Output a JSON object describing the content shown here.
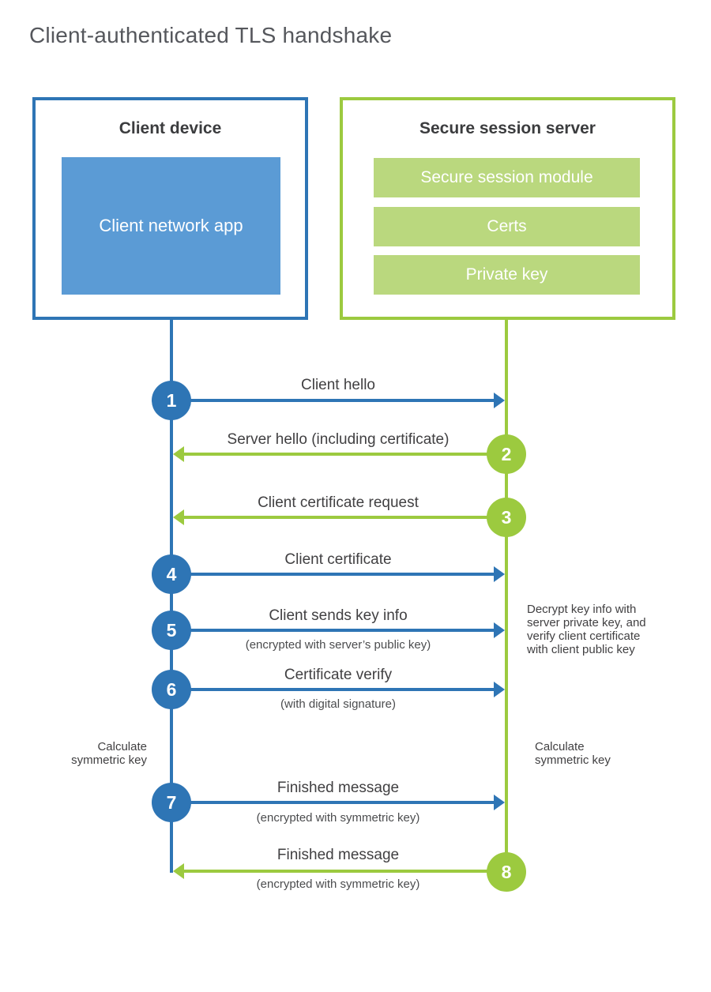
{
  "title": "Client-authenticated TLS handshake",
  "colors": {
    "blue_accent": "#2E75B5",
    "blue_fill": "#5B9BD5",
    "green_accent": "#9CCA3F",
    "green_fill": "#BAD87E",
    "text_dark": "#414042",
    "title_gray": "#55575C"
  },
  "client": {
    "heading": "Client device",
    "app_label": "Client network app"
  },
  "server": {
    "heading": "Secure session server",
    "modules": [
      "Secure session module",
      "Certs",
      "Private key"
    ]
  },
  "steps": [
    {
      "num": "1",
      "label": "Client hello",
      "sub": "",
      "direction": "right",
      "color": "blue"
    },
    {
      "num": "2",
      "label": "Server hello (including certificate)",
      "sub": "",
      "direction": "left",
      "color": "green"
    },
    {
      "num": "3",
      "label": "Client certificate request",
      "sub": "",
      "direction": "left",
      "color": "green"
    },
    {
      "num": "4",
      "label": "Client certificate",
      "sub": "",
      "direction": "right",
      "color": "blue"
    },
    {
      "num": "5",
      "label": "Client sends key info",
      "sub": "(encrypted with server’s public key)",
      "direction": "right",
      "color": "blue"
    },
    {
      "num": "6",
      "label": "Certificate verify",
      "sub": "(with digital signature)",
      "direction": "right",
      "color": "blue"
    },
    {
      "num": "7",
      "label": "Finished message",
      "sub": "(encrypted with symmetric key)",
      "direction": "right",
      "color": "blue"
    },
    {
      "num": "8",
      "label": "Finished message",
      "sub": "(encrypted with symmetric key)",
      "direction": "left",
      "color": "green"
    }
  ],
  "annotations": {
    "decrypt_note": "Decrypt key info with server private key, and verify client certificate with client public key",
    "calculate_left": "Calculate symmetric key",
    "calculate_right": "Calculate symmetric key"
  }
}
